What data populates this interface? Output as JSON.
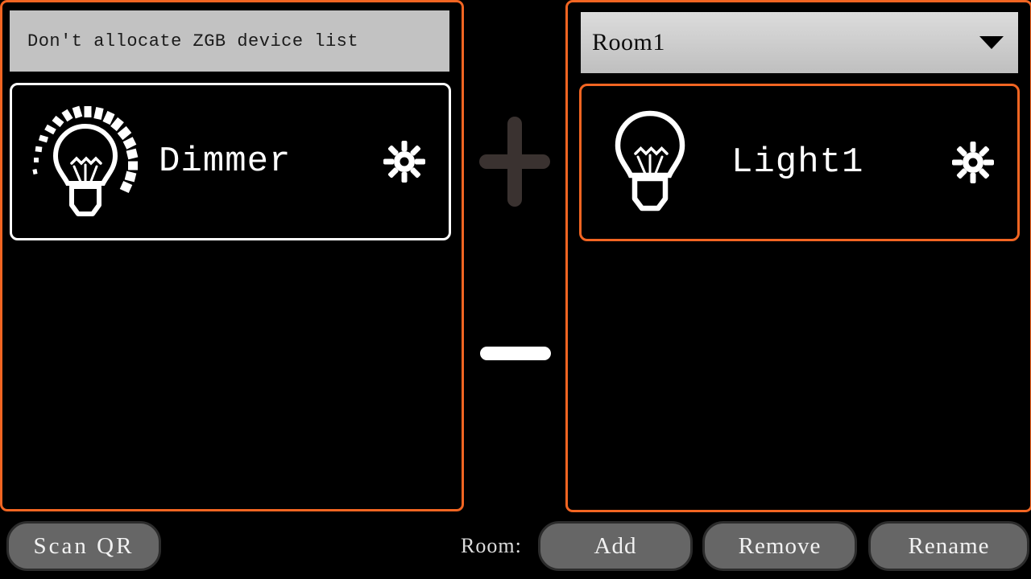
{
  "left_panel": {
    "header_text": "Don't allocate ZGB device list",
    "devices": [
      {
        "label": "Dimmer",
        "icon": "dimmer-bulb-icon",
        "settings_icon": "gear-icon",
        "selected": true,
        "selection_color": "#ffffff"
      }
    ]
  },
  "right_panel": {
    "room_select": {
      "value": "Room1",
      "caret_icon": "chevron-down-icon"
    },
    "devices": [
      {
        "label": "Light1",
        "icon": "light-bulb-icon",
        "settings_icon": "gear-icon",
        "selected": true,
        "selection_color": "#f26522"
      }
    ]
  },
  "transfer_controls": {
    "add_icon": "plus-icon",
    "add_enabled": false,
    "add_color": "#3a3230",
    "remove_icon": "minus-icon",
    "remove_enabled": true,
    "remove_color": "#ffffff"
  },
  "bottom_bar": {
    "scan_qr_label": "Scan QR",
    "room_label": "Room:",
    "add_label": "Add",
    "remove_label": "Remove",
    "rename_label": "Rename"
  },
  "colors": {
    "accent": "#f26522",
    "panel_background": "#000000",
    "header_background": "#c2c2c2",
    "button_face": "#666666"
  }
}
